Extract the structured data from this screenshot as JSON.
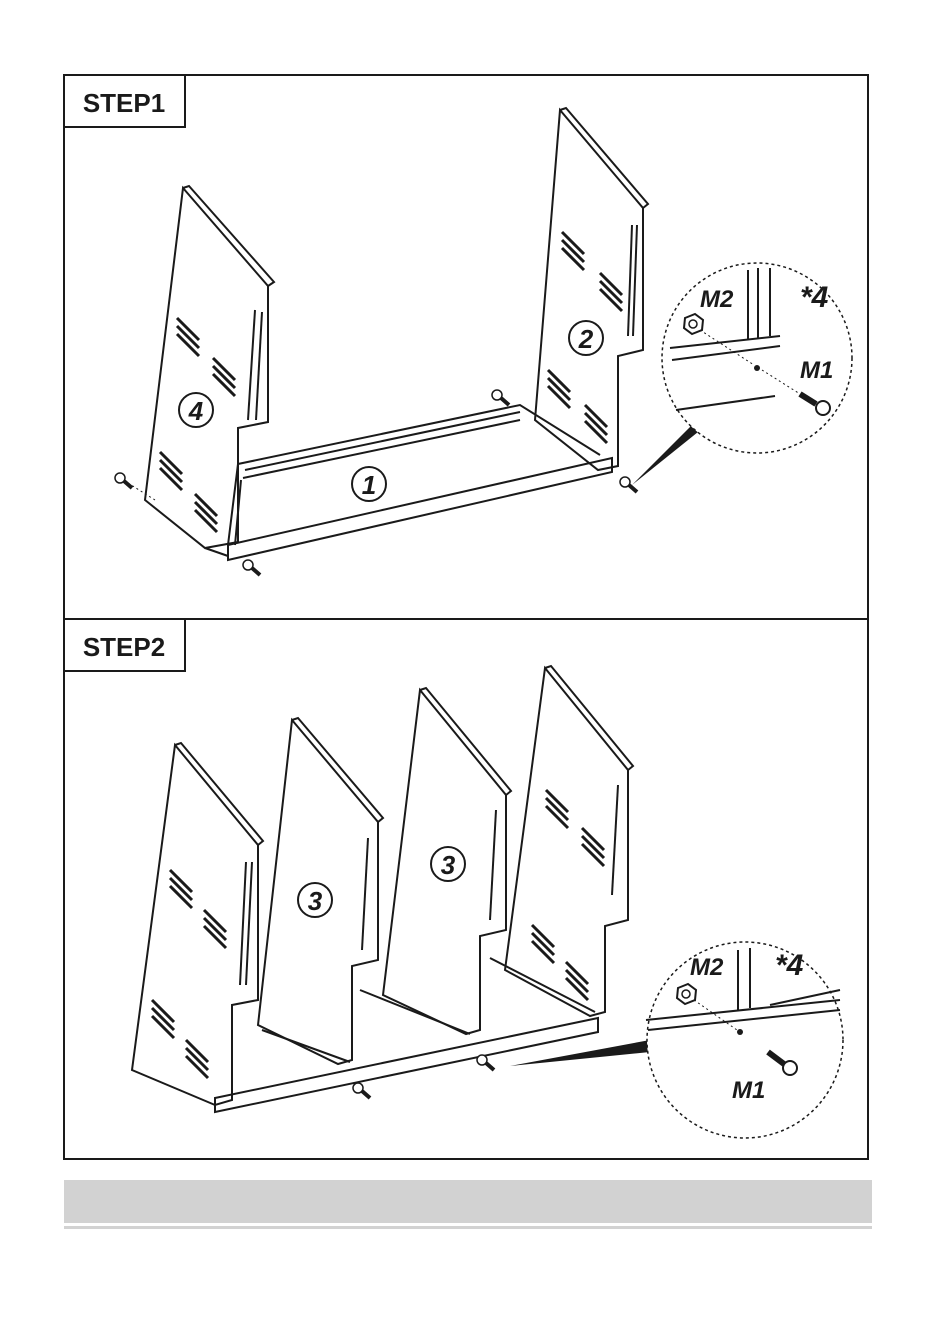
{
  "steps": [
    {
      "label": "STEP1",
      "part_numbers": [
        "4",
        "1",
        "2"
      ],
      "detail": {
        "nut_label": "M2",
        "screw_label": "M1",
        "quantity": "*4"
      }
    },
    {
      "label": "STEP2",
      "part_numbers": [
        "3",
        "3"
      ],
      "detail": {
        "nut_label": "M2",
        "screw_label": "M1",
        "quantity": "*4"
      }
    }
  ],
  "footer_bar_color": "#d2d2d2",
  "line_color": "#1a1a1a"
}
